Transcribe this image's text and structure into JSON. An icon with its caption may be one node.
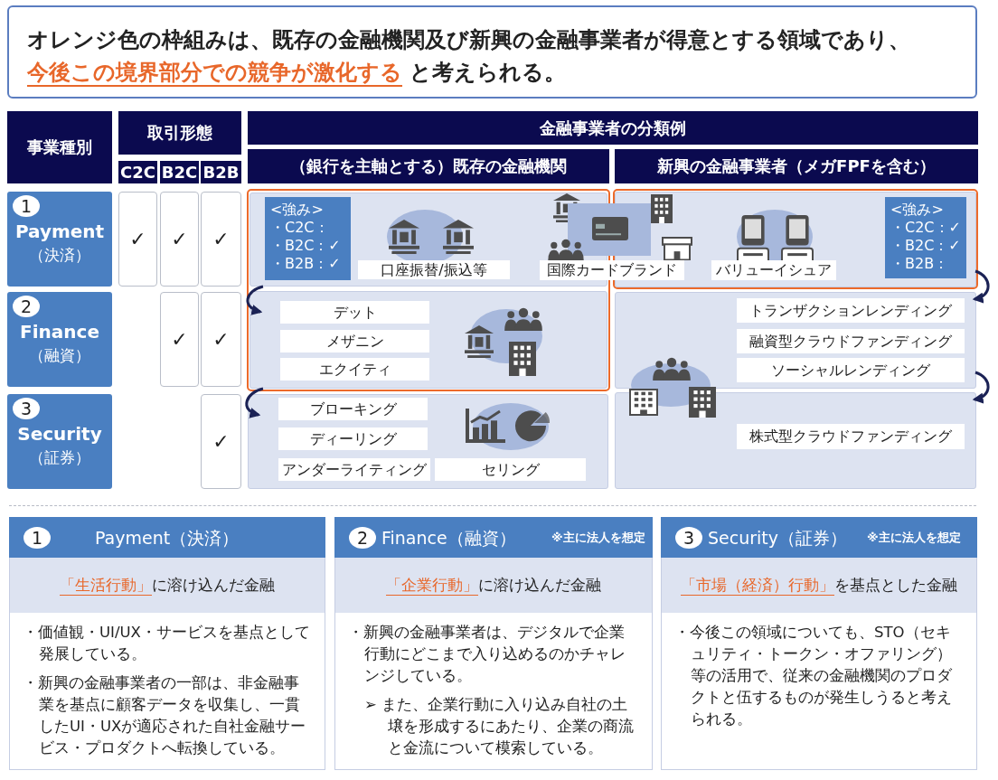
{
  "diagram": {
    "title": "オレンジ色の枠組みは、既存の金融機関及び新興の金融事業者が得意とする領域であり、**今後この境界部分での競争が激化する** と考えられる。",
    "nodes": [
      {
        "text": [
          "事業種別"
        ]
      },
      {
        "text": [
          "取引形態"
        ]
      },
      {
        "text": [
          "C2C"
        ]
      },
      {
        "text": [
          "B2C"
        ]
      },
      {
        "text": [
          "B2B"
        ]
      },
      {
        "text": [
          "金融事業者の分類例"
        ]
      },
      {
        "text": [
          "（銀行を主軸とする）既存の金融機関"
        ]
      },
      {
        "text": [
          "新興の金融事業者（メガFPFを含む）"
        ]
      },
      {
        "text": [
          "1",
          "Payment",
          "（決済）"
        ]
      },
      {
        "text": [
          "✓"
        ]
      },
      {
        "text": [
          "✓"
        ]
      },
      {
        "text": [
          "✓"
        ]
      },
      {
        "text": [],
        "shape": "box"
      },
      {
        "text": [
          "<強み>",
          "・C2C：",
          "・B2C：✓",
          "・B2B：✓"
        ],
        "in": 12
      },
      {
        "text": [
          "口座振替/振込等"
        ],
        "in": 12
      },
      {
        "text": [
          "国際カードブランド"
        ]
      },
      {
        "text": [],
        "shape": "box"
      },
      {
        "text": [
          "バリューイシュア"
        ],
        "in": 16
      },
      {
        "text": [
          "<強み>",
          "・C2C：✓",
          "・B2C：✓",
          "・B2B："
        ],
        "in": 16
      },
      {
        "text": [
          "2",
          "Finance",
          "（融資）"
        ]
      },
      {
        "text": [
          "✓"
        ]
      },
      {
        "text": [
          "✓"
        ]
      },
      {
        "text": [],
        "shape": "box"
      },
      {
        "text": [
          "デット"
        ],
        "in": 22
      },
      {
        "text": [
          "メザニン"
        ],
        "in": 22
      },
      {
        "text": [
          "エクイティ"
        ],
        "in": 22
      },
      {
        "text": [],
        "shape": "box"
      },
      {
        "text": [
          "トランザクションレンディング"
        ],
        "in": 26
      },
      {
        "text": [
          "融資型クラウドファンディング"
        ],
        "in": 26
      },
      {
        "text": [
          "ソーシャルレンディング"
        ],
        "in": 26
      },
      {
        "text": [
          "3",
          "Security",
          "（証券）"
        ]
      },
      {
        "text": [
          "✓"
        ]
      },
      {
        "text": [],
        "shape": "box"
      },
      {
        "text": [
          "ブローキング"
        ],
        "in": 32
      },
      {
        "text": [
          "ディーリング"
        ],
        "in": 32
      },
      {
        "text": [
          "アンダーライティング"
        ],
        "in": 32
      },
      {
        "text": [
          "セリング"
        ],
        "in": 32
      },
      {
        "text": [],
        "shape": "box"
      },
      {
        "text": [
          "株式型クラウドファンディング"
        ],
        "in": 37
      },
      {
        "text": [
          "1",
          "Payment（決済）",
          "**「生活行動」**に溶け込んだ金融",
          "・価値観・UI/UX・サービスを基点として発展している。",
          "・新興の金融事業者の一部は、非金融事業を基点に顧客データを収集し、一貫したUI・UXが適応された自社金融サービス・プロダクトへ転換している。"
        ]
      },
      {
        "text": [
          "2",
          "Finance（融資）",
          "※主に法人を想定",
          "**「企業行動」**に溶け込んだ金融",
          "・新興の金融事業者は、デジタルで企業行動にどこまで入り込めるのかチャレンジしている。",
          "➢ また、企業行動に入り込み自社の土壌を形成するにあたり、企業の商流と金流について模索している。"
        ]
      },
      {
        "text": [
          "3",
          "Security（証券）",
          "※主に法人を想定",
          "**「市場（経済）行動」**を基点とした金融",
          "・今後この領域についても、STO（セキュリティ・トークン・オファリング）等の活用で、従来の金融機関のプロダクトと伍するものが発生しうると考えられる。"
        ]
      }
    ],
    "edges": [
      {
        "from": 12,
        "to": 22,
        "arrow": "to"
      },
      {
        "from": 22,
        "to": 32,
        "arrow": "to"
      },
      {
        "from": 16,
        "to": 26,
        "arrow": "to"
      },
      {
        "from": 26,
        "to": 37,
        "arrow": "to"
      }
    ]
  }
}
